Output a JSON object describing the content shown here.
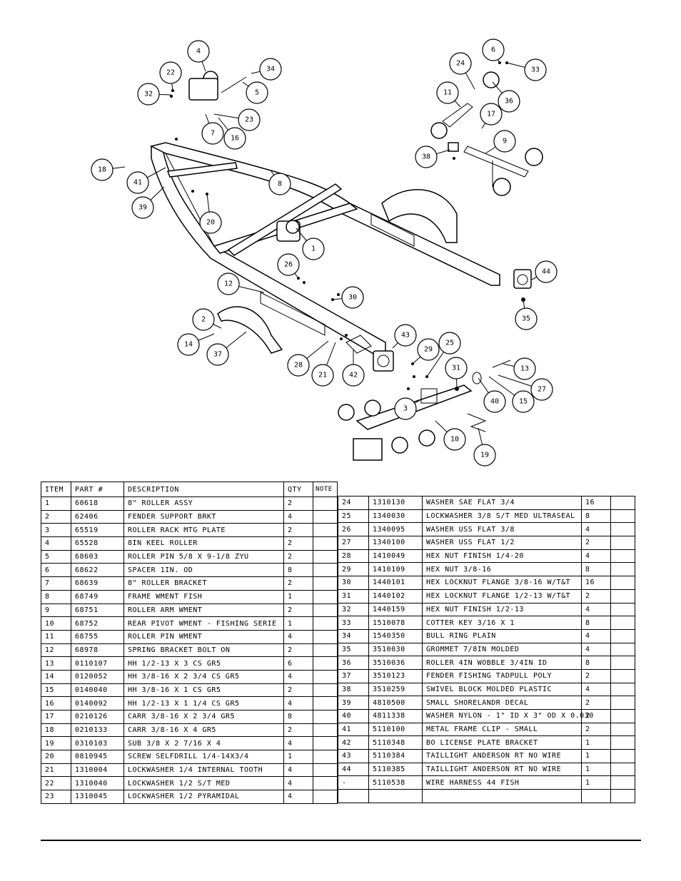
{
  "callouts": [
    {
      "n": "4",
      "leader": [
        288,
        100
      ]
    },
    {
      "n": "22",
      "leader": [
        242,
        127
      ]
    },
    {
      "n": "32",
      "leader": [
        240,
        133
      ]
    },
    {
      "n": "34",
      "leader": [
        352,
        103
      ]
    },
    {
      "n": "5",
      "leader": [
        340,
        115
      ]
    },
    {
      "n": "23",
      "leader": [
        300,
        160
      ]
    },
    {
      "n": "7",
      "leader": [
        288,
        160
      ]
    },
    {
      "n": "16",
      "leader": [
        306,
        165
      ]
    },
    {
      "n": "18",
      "leader": [
        175,
        234
      ]
    },
    {
      "n": "41",
      "leader": [
        232,
        235
      ]
    },
    {
      "n": "39",
      "leader": [
        230,
        262
      ]
    },
    {
      "n": "20",
      "leader": [
        290,
        272
      ]
    },
    {
      "n": "8",
      "leader": [
        380,
        240
      ]
    },
    {
      "n": "1",
      "leader": [
        415,
        320
      ]
    },
    {
      "n": "26",
      "leader": [
        418,
        390
      ]
    },
    {
      "n": "12",
      "leader": [
        370,
        410
      ]
    },
    {
      "n": "30",
      "leader": [
        466,
        420
      ]
    },
    {
      "n": "2",
      "leader": [
        310,
        460
      ]
    },
    {
      "n": "14",
      "leader": [
        300,
        468
      ]
    },
    {
      "n": "37",
      "leader": [
        345,
        465
      ]
    },
    {
      "n": "28",
      "leader": [
        460,
        478
      ]
    },
    {
      "n": "21",
      "leader": [
        470,
        480
      ]
    },
    {
      "n": "42",
      "leader": [
        495,
        490
      ]
    },
    {
      "n": "43",
      "leader": [
        550,
        488
      ]
    },
    {
      "n": "29",
      "leader": [
        578,
        510
      ]
    },
    {
      "n": "25",
      "leader": [
        598,
        528
      ]
    },
    {
      "n": "3",
      "leader": [
        590,
        560
      ]
    },
    {
      "n": "31",
      "leader": [
        640,
        545
      ]
    },
    {
      "n": "13",
      "leader": [
        705,
        510
      ]
    },
    {
      "n": "27",
      "leader": [
        698,
        526
      ]
    },
    {
      "n": "40",
      "leader": [
        670,
        530
      ]
    },
    {
      "n": "15",
      "leader": [
        685,
        528
      ]
    },
    {
      "n": "10",
      "leader": [
        610,
        590
      ]
    },
    {
      "n": "19",
      "leader": [
        670,
        600
      ]
    },
    {
      "n": "6",
      "leader": [
        700,
        88
      ]
    },
    {
      "n": "33",
      "leader": [
        710,
        88
      ]
    },
    {
      "n": "24",
      "leader": [
        665,
        125
      ]
    },
    {
      "n": "11",
      "leader": [
        645,
        150
      ]
    },
    {
      "n": "36",
      "leader": [
        690,
        115
      ]
    },
    {
      "n": "17",
      "leader": [
        675,
        180
      ]
    },
    {
      "n": "9",
      "leader": [
        680,
        215
      ]
    },
    {
      "n": "38",
      "leader": [
        630,
        210
      ]
    },
    {
      "n": "44",
      "leader": [
        745,
        392
      ]
    },
    {
      "n": "35",
      "leader": [
        733,
        420
      ]
    }
  ],
  "table": {
    "headers": {
      "item": "ITEM",
      "part": "PART #",
      "description": "DESCRIPTION",
      "qty": "QTY",
      "note": "NOTE"
    },
    "left": [
      [
        "1",
        "60618",
        "8\" ROLLER ASSY",
        "2"
      ],
      [
        "2",
        "62406",
        "FENDER SUPPORT BRKT",
        "4"
      ],
      [
        "3",
        "65519",
        "ROLLER RACK MTG PLATE",
        "2"
      ],
      [
        "4",
        "65528",
        "8IN KEEL ROLLER",
        "2"
      ],
      [
        "5",
        "68603",
        "ROLLER PIN 5/8 X 9-1/8 ZYU",
        "2"
      ],
      [
        "6",
        "68622",
        "SPACER  1IN. OD",
        "8"
      ],
      [
        "7",
        "68639",
        "8\" ROLLER BRACKET",
        "2"
      ],
      [
        "8",
        "68749",
        "FRAME WMENT FISH",
        "1"
      ],
      [
        "9",
        "68751",
        "ROLLER ARM WMENT",
        "2"
      ],
      [
        "10",
        "68752",
        "REAR PIVOT WMENT - FISHING SERIE",
        "1"
      ],
      [
        "11",
        "68755",
        "ROLLER PIN WMENT",
        "4"
      ],
      [
        "12",
        "68978",
        "SPRING BRACKET BOLT ON",
        "2"
      ],
      [
        "13",
        "0110107",
        "HH 1/2-13 X 3 CS GR5",
        "6"
      ],
      [
        "14",
        "0120052",
        "HH 3/8-16 X 2 3/4 CS GR5",
        "4"
      ],
      [
        "15",
        "0140040",
        "HH 3/8-16 X 1 CS GR5",
        "2"
      ],
      [
        "16",
        "0140092",
        "HH 1/2-13 X 1 1/4 CS GR5",
        "4"
      ],
      [
        "17",
        "0210126",
        "CARR 3/8-16 X 2 3/4 GR5",
        "8"
      ],
      [
        "18",
        "0210133",
        "CARR 3/8-16 X 4 GR5",
        "2"
      ],
      [
        "19",
        "0310103",
        "SUB 3/8 X 2 7/16 X 4",
        "4"
      ],
      [
        "20",
        "0810945",
        "SCREW SELFDRILL  1/4-14X3/4",
        "1"
      ],
      [
        "21",
        "1310004",
        "LOCKWASHER 1/4 INTERNAL TOOTH",
        "4"
      ],
      [
        "22",
        "1310040",
        "LOCKWASHER 1/2 S/T MED",
        "4"
      ],
      [
        "23",
        "1310045",
        "LOCKWASHER 1/2 PYRAMIDAL",
        "4"
      ]
    ],
    "right": [
      [
        "24",
        "1310130",
        "WASHER SAE FLAT 3/4",
        "16"
      ],
      [
        "25",
        "1340030",
        "LOCKWASHER 3/8 S/T MED ULTRASEAL",
        "8"
      ],
      [
        "26",
        "1340095",
        "WASHER USS FLAT 3/8",
        "4"
      ],
      [
        "27",
        "1340100",
        "WASHER USS FLAT 1/2",
        "2"
      ],
      [
        "28",
        "1410049",
        "HEX NUT FINISH 1/4-20",
        "4"
      ],
      [
        "29",
        "1410109",
        "HEX NUT 3/8-16",
        "8"
      ],
      [
        "30",
        "1440101",
        "HEX LOCKNUT FLANGE 3/8-16 W/T&T",
        "16"
      ],
      [
        "31",
        "1440102",
        "HEX LOCKNUT FLANGE 1/2-13 W/T&T",
        "2"
      ],
      [
        "32",
        "1440159",
        "HEX NUT FINISH 1/2-13",
        "4"
      ],
      [
        "33",
        "1510078",
        "COTTER KEY 3/16 X 1",
        "8"
      ],
      [
        "34",
        "1540350",
        "BULL RING PLAIN",
        "4"
      ],
      [
        "35",
        "3510030",
        "GROMMET  7/8IN MOLDED",
        "4"
      ],
      [
        "36",
        "3510036",
        "ROLLER  4IN WOBBLE  3/4IN ID",
        "8"
      ],
      [
        "37",
        "3510123",
        "FENDER  FISHING TADPULL POLY",
        "2"
      ],
      [
        "38",
        "3510259",
        "SWIVEL BLOCK MOLDED PLASTIC",
        "4"
      ],
      [
        "39",
        "4810500",
        "SMALL SHORELANDR DECAL",
        "2"
      ],
      [
        "40",
        "4811338",
        "WASHER NYLON - 1\" ID X 3\" OD X 0.030",
        "2"
      ],
      [
        "41",
        "5110100",
        "METAL FRAME CLIP - SMALL",
        "2"
      ],
      [
        "42",
        "5110348",
        "BO LICENSE PLATE BRACKET",
        "1"
      ],
      [
        "43",
        "5110384",
        "TAILLIGHT   ANDERSON RT NO WIRE",
        "1"
      ],
      [
        "44",
        "5110385",
        "TAILLIGHT   ANDERSON RT NO WIRE",
        "1"
      ],
      [
        "-",
        "5110538",
        "WIRE HARNESS 44 FISH",
        "1"
      ],
      [
        "",
        "",
        "",
        ""
      ]
    ]
  }
}
